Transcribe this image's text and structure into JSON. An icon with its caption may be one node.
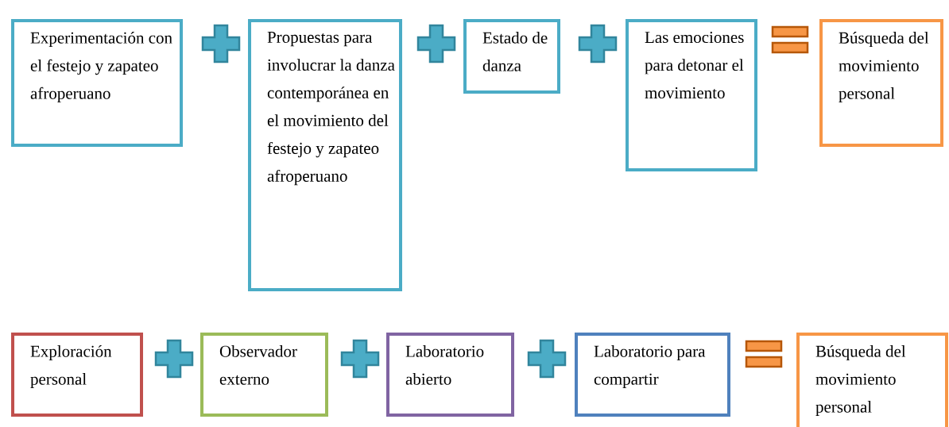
{
  "diagram": {
    "nodes": [
      {
        "text": [
          "Experimentación con el festejo y zapateo afroperuano"
        ]
      },
      {
        "text": [
          "Propuestas para involucrar la danza contemporánea en el movimiento del festejo y zapateo afroperuano"
        ]
      },
      {
        "text": [
          "Estado de danza"
        ]
      },
      {
        "text": [
          "Las emociones para detonar el movimiento"
        ]
      },
      {
        "text": [
          "Búsqueda del movimiento personal"
        ]
      },
      {
        "text": [
          "Exploración personal"
        ]
      },
      {
        "text": [
          "Observador externo"
        ]
      },
      {
        "text": [
          "Laboratorio abierto"
        ]
      },
      {
        "text": [
          "Laboratorio para compartir"
        ]
      },
      {
        "text": [
          "Búsqueda del movimiento personal"
        ]
      }
    ]
  }
}
